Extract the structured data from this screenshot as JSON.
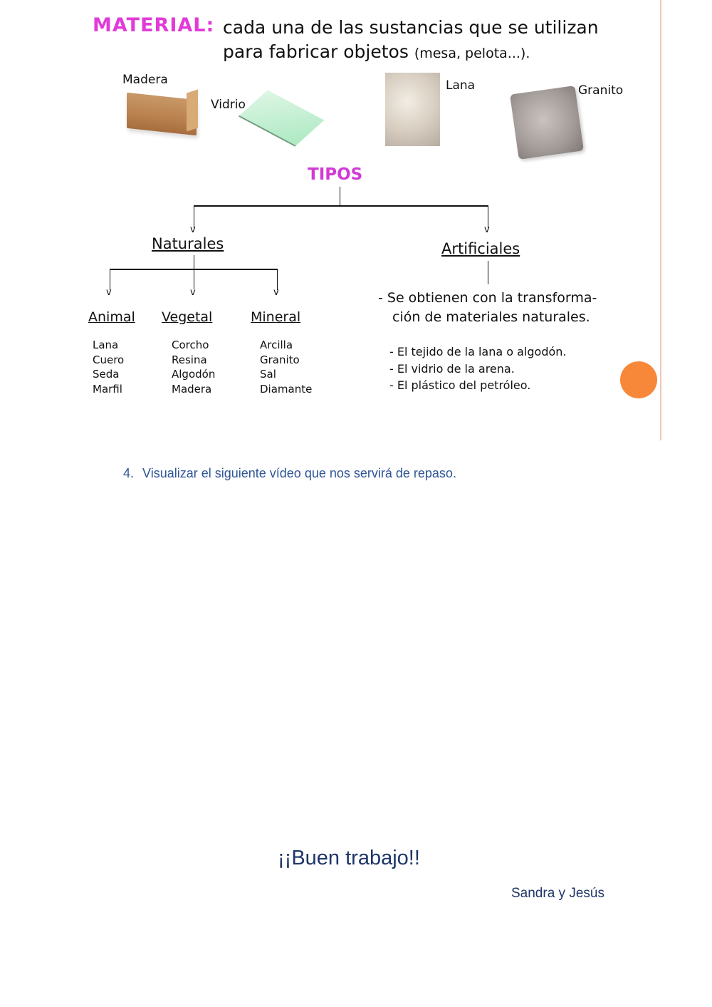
{
  "slide": {
    "title_term": "MATERIAL:",
    "definition_line1": "cada una de las sustancias que se utilizan",
    "definition_line2": "para fabricar objetos",
    "definition_examples": "(mesa, pelota...).",
    "images": [
      {
        "label": "Madera",
        "icon": "wood-block-image"
      },
      {
        "label": "Vidrio",
        "icon": "glass-pane-image"
      },
      {
        "label": "Lana",
        "icon": "wool-image"
      },
      {
        "label": "Granito",
        "icon": "granite-block-image"
      }
    ],
    "types_heading": "TIPOS",
    "natural": {
      "heading": "Naturales",
      "subtypes": [
        {
          "heading": "Animal",
          "items": [
            "Lana",
            "Cuero",
            "Seda",
            "Marfil"
          ]
        },
        {
          "heading": "Vegetal",
          "items": [
            "Corcho",
            "Resina",
            "Algodón",
            "Madera"
          ]
        },
        {
          "heading": "Mineral",
          "items": [
            "Arcilla",
            "Granito",
            "Sal",
            "Diamante"
          ]
        }
      ]
    },
    "artificial": {
      "heading": "Artificiales",
      "description_line1": "-  Se obtienen con la transforma-",
      "description_line2": "ción de materiales naturales.",
      "examples": [
        "- El tejido de la lana o algodón.",
        "- El vidrio de la arena.",
        "- El plástico del petróleo."
      ]
    },
    "accent_colors": {
      "title": "#e23ad9",
      "decor_dot": "#f7883a",
      "decor_line": "#f0c8b8"
    }
  },
  "document": {
    "step_number": "4.",
    "step_text": "Visualizar el siguiente vídeo que nos servirá de repaso.",
    "closing": "¡¡Buen trabajo!!",
    "authors": "Sandra y Jesús",
    "text_color": "#2e5597"
  }
}
